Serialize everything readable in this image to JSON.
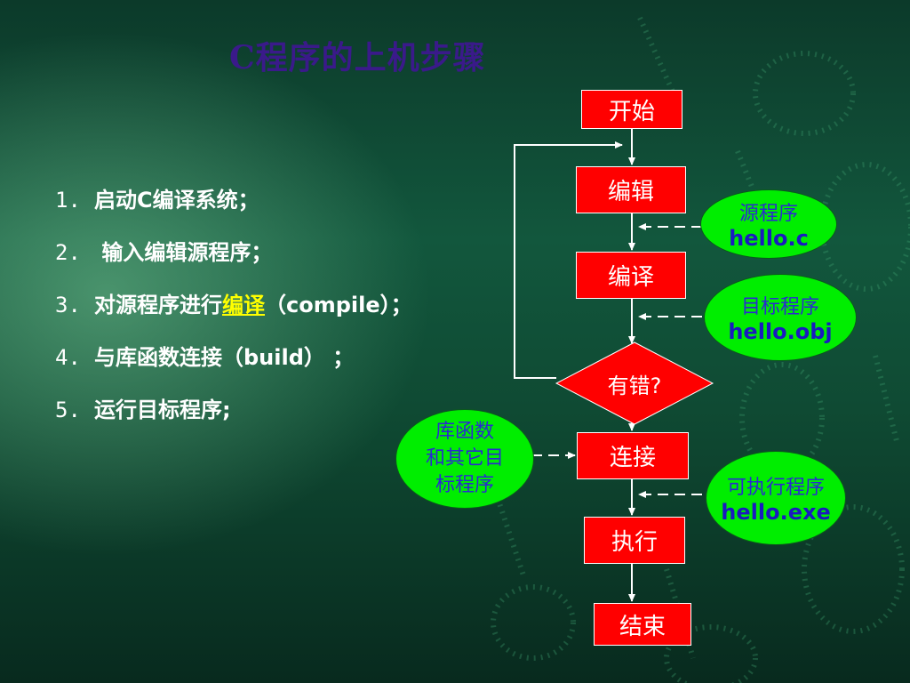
{
  "title": "C程序的上机步骤",
  "steps": [
    {
      "num": "1.",
      "text": "启动C编译系统；"
    },
    {
      "num": "2.",
      "text": " 输入编辑源程序；"
    },
    {
      "num": "3.",
      "pre": "对源程序进行",
      "highlight": "编译",
      "post": "（compile）；"
    },
    {
      "num": "4.",
      "text": "与库函数连接（build） ；"
    },
    {
      "num": "5.",
      "text": "运行目标程序;"
    }
  ],
  "flow": {
    "start": "开始",
    "edit": "编辑",
    "compile": "编译",
    "error_check": "有错?",
    "link": "连接",
    "run": "执行",
    "end": "结束"
  },
  "outputs": {
    "source": {
      "label": "源程序",
      "file": "hello.c"
    },
    "object": {
      "label": "目标程序",
      "file": "hello.obj"
    },
    "executable": {
      "label": "可执行程序",
      "file": "hello.exe"
    },
    "library": {
      "line1": "库函数",
      "line2": "和其它目",
      "line3": "标程序"
    }
  },
  "colors": {
    "box": "#ff0000",
    "oval": "#00ee00",
    "highlight": "#ffff00"
  }
}
